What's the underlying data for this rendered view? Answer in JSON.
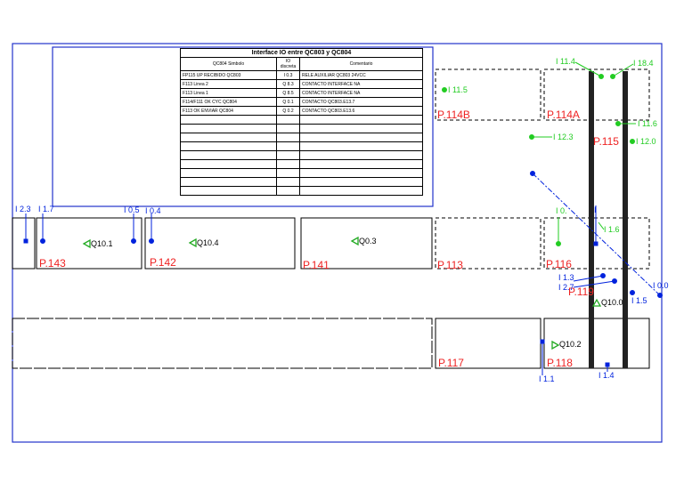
{
  "colors": {
    "frame": "#2233cc",
    "panel": "#000000",
    "plc": "#0022dd",
    "sensor": "#22cc22",
    "panel_label": "#ee2222",
    "motor": "#22aa22",
    "belt": "#222222"
  },
  "io_table": {
    "title": "Interface IO entre QC803 y QC804",
    "headers": [
      "QC804 Simbolo",
      "IO discreta",
      "Comentario"
    ],
    "rows": [
      [
        "FP115 UP RECIBIDO QC803",
        "I 0.3",
        "RELE AUXILIAR QC803 24VCC"
      ],
      [
        "F113 Linea 2",
        "Q 8.3",
        "CONTACTO INTERFACE NA"
      ],
      [
        "F113 Linea 1",
        "Q 8.5",
        "CONTACTO INTERFACE NA"
      ],
      [
        "F114/F111 OK CYC QC804",
        "Q 0.1",
        "CONTACTO QC803.E13.7"
      ],
      [
        "F113 OK ENVIAR QC804",
        "Q 0.2",
        "CONTACTO QC803.E13.6"
      ],
      [
        "",
        "",
        ""
      ],
      [
        "",
        "",
        ""
      ],
      [
        "",
        "",
        ""
      ],
      [
        "",
        "",
        ""
      ],
      [
        "",
        "",
        ""
      ],
      [
        "",
        "",
        ""
      ],
      [
        "",
        "",
        ""
      ],
      [
        "",
        "",
        ""
      ],
      [
        "",
        "",
        ""
      ]
    ]
  },
  "panels": {
    "p143": "P.143",
    "p142": "P.142",
    "p141": "P.141",
    "p113": "P.113",
    "p114b": "P.114B",
    "p114a": "P.114A",
    "p115": "P.115",
    "p116": "P.116",
    "p119": "P.119",
    "p117": "P.117",
    "p118": "P.118"
  },
  "motors": {
    "q10_1": "Q10.1",
    "q10_4": "Q10.4",
    "q0_3": "Q0.3",
    "q10_0": "Q10.0",
    "q10_2": "Q10.2"
  },
  "io_points": {
    "i2_3": "I 2.3",
    "i1_7": "I 1.7",
    "i0_5": "I 0.5",
    "i0_4": "I 0.4",
    "i11_5": "I 11.5",
    "i11_4": "I 11.4",
    "i18_4": "I 18.4",
    "i11_6": "I 11.6",
    "i12_3": "I 12.3",
    "i12_0": "I 12.0",
    "i0_x": "I 0.",
    "i1": "I",
    "i1_6": "I 1.6",
    "i1_3": "I 1.3",
    "i2_7": "I 2.7",
    "i0_0": "I 0.0",
    "i1_5": "I 1.5",
    "i1_1": "I 1.1",
    "i1_4": "I 1.4"
  }
}
